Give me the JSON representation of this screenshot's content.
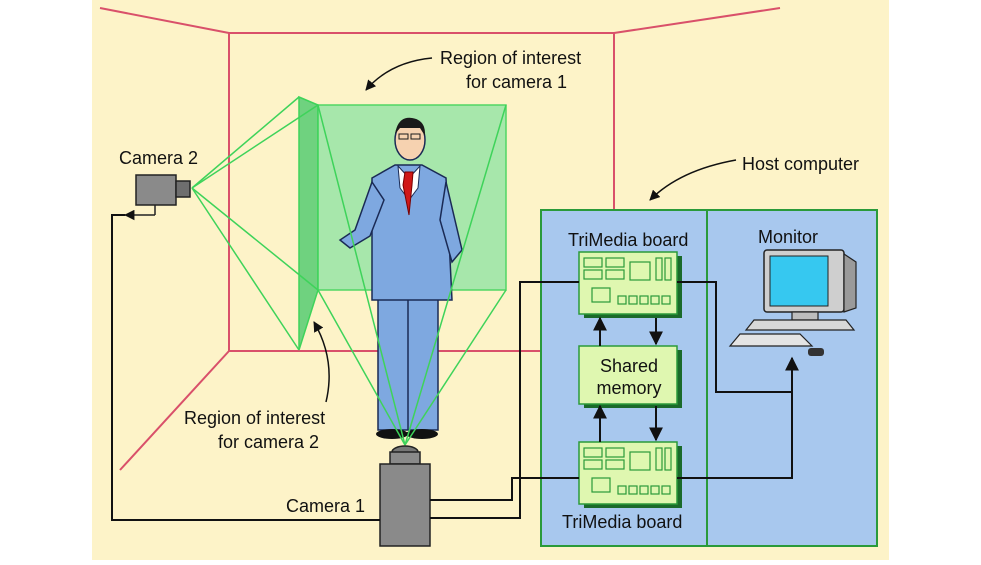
{
  "labels": {
    "roi_cam1_line1": "Region of interest",
    "roi_cam1_line2": "for camera 1",
    "roi_cam2_line1": "Region of interest",
    "roi_cam2_line2": "for camera 2",
    "camera2": "Camera 2",
    "camera1": "Camera 1",
    "host_computer": "Host computer",
    "trimedia_top": "TriMedia board",
    "trimedia_bottom": "TriMedia board",
    "monitor": "Monitor",
    "shared_memory_line1": "Shared",
    "shared_memory_line2": "memory"
  },
  "colors": {
    "background": "#fdf3c8",
    "room_lines": "#d9506a",
    "fov_green": "#3ed35a",
    "roi_fill": "#9ee6a8",
    "host_panel": "#a8c8ee",
    "board_fill": "#dff7b0",
    "board_border": "#2a9a3a",
    "suit": "#7ea8e0",
    "tie": "#d01818",
    "cable": "#111111"
  }
}
